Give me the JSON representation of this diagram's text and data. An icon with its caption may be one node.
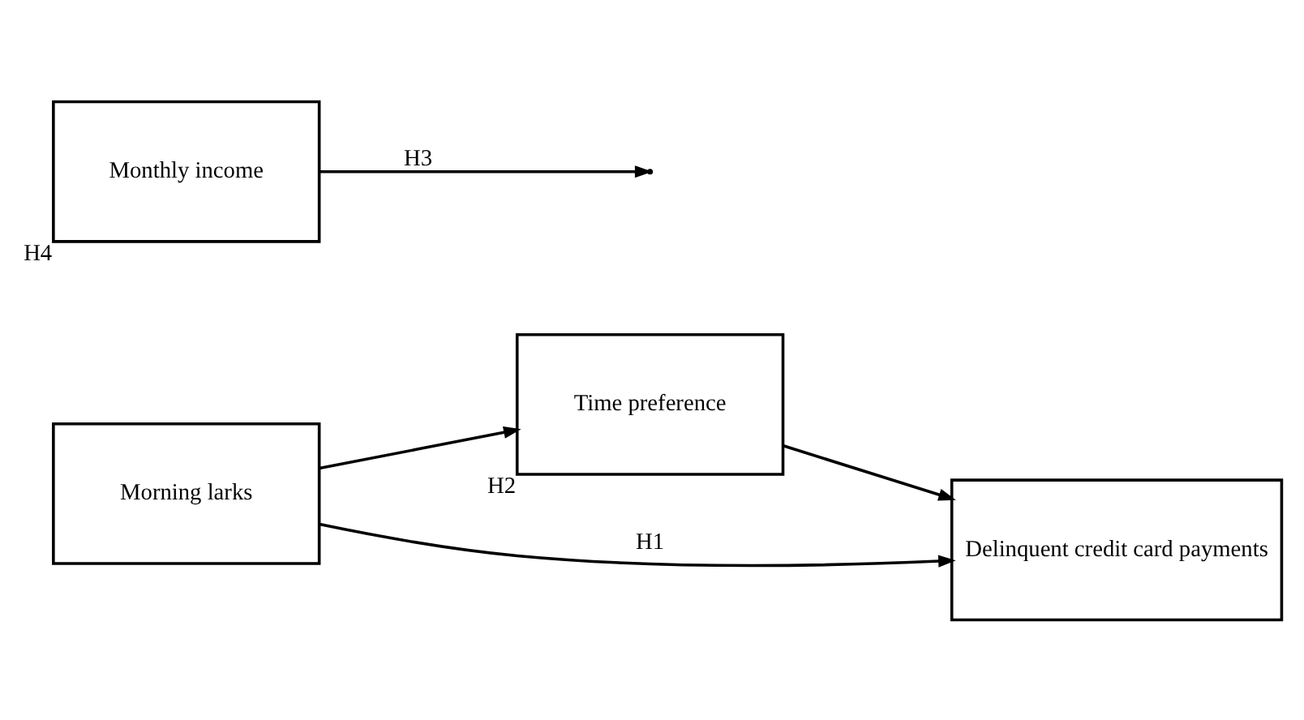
{
  "diagram": {
    "nodes": [
      {
        "text": [
          "Morning larks"
        ]
      },
      {
        "text": [
          "Time preference"
        ],
        "beside": [
          "H2"
        ]
      },
      {
        "text": [
          "Monthly income"
        ],
        "beside": [
          "H4"
        ]
      },
      {
        "text": [
          "Delinquent credit card payments"
        ]
      }
    ],
    "edges": [
      {
        "from": 0,
        "to": 1,
        "arrow": "to"
      },
      {
        "from": 1,
        "to": 3,
        "arrow": "to"
      },
      {
        "from": 0,
        "to": 3,
        "arrow": "to",
        "label": "H1"
      },
      {
        "from": 2,
        "to": null,
        "arrow": "to",
        "label": "H3"
      }
    ]
  }
}
